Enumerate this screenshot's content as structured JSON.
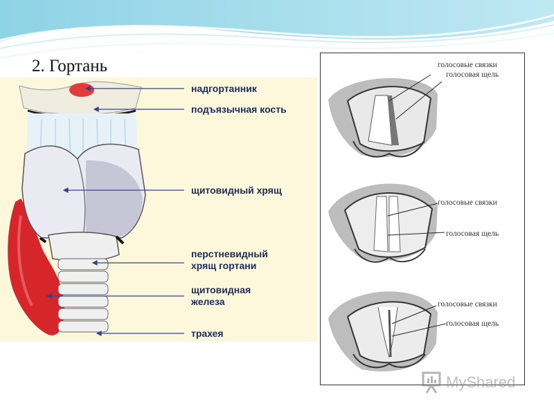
{
  "slide": {
    "title": "2. Гортань"
  },
  "larynx_labels": [
    {
      "line1": "надгортанник",
      "line2": ""
    },
    {
      "line1": "подъязычная кость",
      "line2": ""
    },
    {
      "line1": "щитовидный хрящ",
      "line2": ""
    },
    {
      "line1": "перстневидный",
      "line2": "хрящ гортани"
    },
    {
      "line1": "щитовидная",
      "line2": "железа"
    },
    {
      "line1": "трахея",
      "line2": ""
    }
  ],
  "vocal_views": [
    {
      "cords": "голосовые связки",
      "glottis": "голосовая щель"
    },
    {
      "cords": "голосовые связки",
      "glottis": "голосовая щель"
    },
    {
      "cords": "голосовые связки",
      "glottis": "голосовая щель"
    }
  ],
  "watermark": {
    "text": "MyShared"
  },
  "colors": {
    "label": "#1c2b57",
    "thyroid_gland": "#d6262c",
    "panel_bg": "#fdf7dc"
  }
}
